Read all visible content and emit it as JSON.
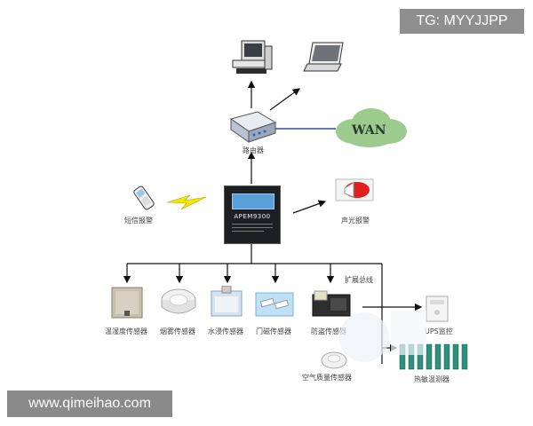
{
  "watermark_top": "TG: MYYJJPP",
  "watermark_bottom": "www.qimeihao.com",
  "cloud_label": "WAN",
  "router_label": "路由器",
  "device_label": "APEM9300",
  "sms_label": "短信报警",
  "alarm_label": "声光报警",
  "expansion_label": "扩展总线",
  "ups_label": "UPS监控",
  "thermal_label": "热敏温测器",
  "air_label": "空气质量传感器",
  "sensors": [
    "温湿度传感器",
    "烟雾传感器",
    "水浸传感器",
    "门磁传感器",
    "防盗传感器"
  ]
}
